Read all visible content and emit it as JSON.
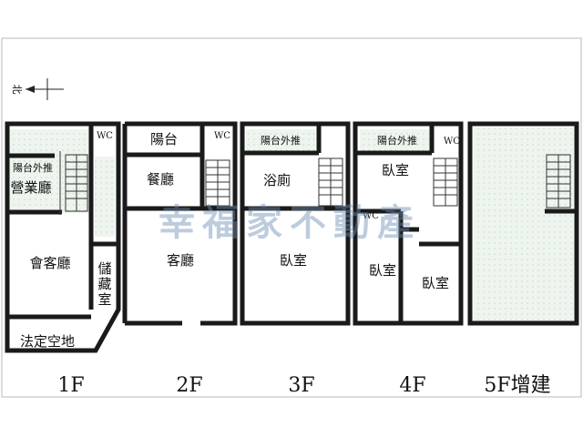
{
  "compass": {
    "label": "北"
  },
  "watermark": "幸福家不動產",
  "colors": {
    "wall": "#1a1a1a",
    "balcony_fill": "#e6efe6",
    "watermark": "#6f8fb4"
  },
  "floors": [
    {
      "label": "1F",
      "rooms": [
        "陽台外推",
        "營業廳",
        "會客廳",
        "儲",
        "藏",
        "室",
        "法定空地"
      ],
      "wc": "WC"
    },
    {
      "label": "2F",
      "rooms": [
        "陽台",
        "餐廳",
        "客廳"
      ],
      "wc": "WC"
    },
    {
      "label": "3F",
      "rooms": [
        "陽台外推",
        "浴廁",
        "臥室"
      ]
    },
    {
      "label": "4F",
      "rooms": [
        "陽台外推",
        "臥室",
        "臥室",
        "臥室"
      ],
      "wc": "WC",
      "wc2": "WC"
    },
    {
      "label": "5F增建",
      "rooms": []
    }
  ]
}
